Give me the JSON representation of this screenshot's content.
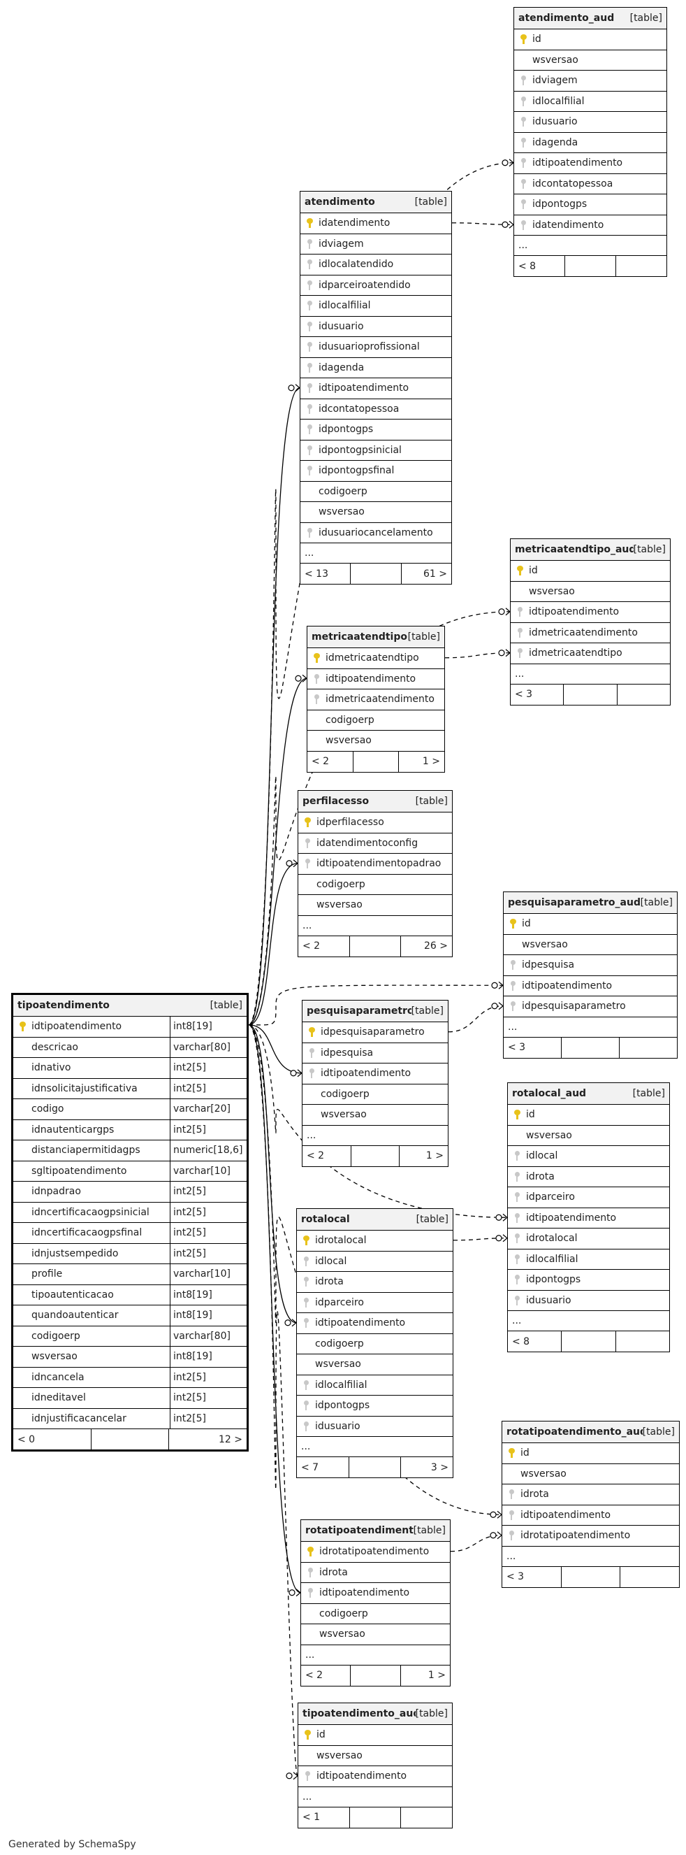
{
  "diagram": {
    "footer": "Generated by SchemaSpy",
    "tables": [
      {
        "id": "atendimento_aud",
        "name": "atendimento_aud",
        "kind": "[table]",
        "main": false,
        "columns": [
          {
            "name": "id",
            "key": "pk"
          },
          {
            "name": "wsversao",
            "key": ""
          },
          {
            "name": "idviagem",
            "key": "fk"
          },
          {
            "name": "idlocalfilial",
            "key": "fk"
          },
          {
            "name": "idusuario",
            "key": "fk"
          },
          {
            "name": "idagenda",
            "key": "fk"
          },
          {
            "name": "idtipoatendimento",
            "key": "fk"
          },
          {
            "name": "idcontatopessoa",
            "key": "fk"
          },
          {
            "name": "idpontogps",
            "key": "fk"
          },
          {
            "name": "idatendimento",
            "key": "fk"
          }
        ],
        "more": "...",
        "footer": [
          "< 8",
          "",
          ""
        ]
      },
      {
        "id": "atendimento",
        "name": "atendimento",
        "kind": "[table]",
        "main": false,
        "columns": [
          {
            "name": "idatendimento",
            "key": "pk"
          },
          {
            "name": "idviagem",
            "key": "fk"
          },
          {
            "name": "idlocalatendido",
            "key": "fk"
          },
          {
            "name": "idparceiroatendido",
            "key": "fk"
          },
          {
            "name": "idlocalfilial",
            "key": "fk"
          },
          {
            "name": "idusuario",
            "key": "fk"
          },
          {
            "name": "idusuarioprofissional",
            "key": "fk"
          },
          {
            "name": "idagenda",
            "key": "fk"
          },
          {
            "name": "idtipoatendimento",
            "key": "fk"
          },
          {
            "name": "idcontatopessoa",
            "key": "fk"
          },
          {
            "name": "idpontogps",
            "key": "fk"
          },
          {
            "name": "idpontogpsinicial",
            "key": "fk"
          },
          {
            "name": "idpontogpsfinal",
            "key": "fk"
          },
          {
            "name": "codigoerp",
            "key": ""
          },
          {
            "name": "wsversao",
            "key": ""
          },
          {
            "name": "idusuariocancelamento",
            "key": "fk"
          }
        ],
        "more": "...",
        "footer": [
          "< 13",
          "",
          "61 >"
        ]
      },
      {
        "id": "metricaatendtipo_aud",
        "name": "metricaatendtipo_aud",
        "kind": "[table]",
        "main": false,
        "columns": [
          {
            "name": "id",
            "key": "pk"
          },
          {
            "name": "wsversao",
            "key": ""
          },
          {
            "name": "idtipoatendimento",
            "key": "fk"
          },
          {
            "name": "idmetricaatendimento",
            "key": "fk"
          },
          {
            "name": "idmetricaatendtipo",
            "key": "fk"
          }
        ],
        "more": "...",
        "footer": [
          "< 3",
          "",
          ""
        ]
      },
      {
        "id": "metricaatendtipo",
        "name": "metricaatendtipo",
        "kind": "[table]",
        "main": false,
        "columns": [
          {
            "name": "idmetricaatendtipo",
            "key": "pk"
          },
          {
            "name": "idtipoatendimento",
            "key": "fk"
          },
          {
            "name": "idmetricaatendimento",
            "key": "fk"
          },
          {
            "name": "codigoerp",
            "key": ""
          },
          {
            "name": "wsversao",
            "key": ""
          }
        ],
        "more": "",
        "footer": [
          "< 2",
          "",
          "1 >"
        ]
      },
      {
        "id": "perfilacesso",
        "name": "perfilacesso",
        "kind": "[table]",
        "main": false,
        "columns": [
          {
            "name": "idperfilacesso",
            "key": "pk"
          },
          {
            "name": "idatendimentoconfig",
            "key": "fk"
          },
          {
            "name": "idtipoatendimentopadrao",
            "key": "fk"
          },
          {
            "name": "codigoerp",
            "key": ""
          },
          {
            "name": "wsversao",
            "key": ""
          }
        ],
        "more": "...",
        "footer": [
          "< 2",
          "",
          "26 >"
        ]
      },
      {
        "id": "pesquisaparametro_aud",
        "name": "pesquisaparametro_aud",
        "kind": "[table]",
        "main": false,
        "columns": [
          {
            "name": "id",
            "key": "pk"
          },
          {
            "name": "wsversao",
            "key": ""
          },
          {
            "name": "idpesquisa",
            "key": "fk"
          },
          {
            "name": "idtipoatendimento",
            "key": "fk"
          },
          {
            "name": "idpesquisaparametro",
            "key": "fk"
          }
        ],
        "more": "...",
        "footer": [
          "< 3",
          "",
          ""
        ]
      },
      {
        "id": "tipoatendimento",
        "name": "tipoatendimento",
        "kind": "[table]",
        "main": true,
        "columns": [
          {
            "name": "idtipoatendimento",
            "key": "pk",
            "type": "int8[19]"
          },
          {
            "name": "descricao",
            "key": "",
            "type": "varchar[80]"
          },
          {
            "name": "idnativo",
            "key": "",
            "type": "int2[5]"
          },
          {
            "name": "idnsolicitajustificativa",
            "key": "",
            "type": "int2[5]"
          },
          {
            "name": "codigo",
            "key": "",
            "type": "varchar[20]"
          },
          {
            "name": "idnautenticargps",
            "key": "",
            "type": "int2[5]"
          },
          {
            "name": "distanciapermitidagps",
            "key": "",
            "type": "numeric[18,6]"
          },
          {
            "name": "sgltipoatendimento",
            "key": "",
            "type": "varchar[10]"
          },
          {
            "name": "idnpadrao",
            "key": "",
            "type": "int2[5]"
          },
          {
            "name": "idncertificacaogpsinicial",
            "key": "",
            "type": "int2[5]"
          },
          {
            "name": "idncertificacaogpsfinal",
            "key": "",
            "type": "int2[5]"
          },
          {
            "name": "idnjustsempedido",
            "key": "",
            "type": "int2[5]"
          },
          {
            "name": "profile",
            "key": "",
            "type": "varchar[10]"
          },
          {
            "name": "tipoautenticacao",
            "key": "",
            "type": "int8[19]"
          },
          {
            "name": "quandoautenticar",
            "key": "",
            "type": "int8[19]"
          },
          {
            "name": "codigoerp",
            "key": "",
            "type": "varchar[80]"
          },
          {
            "name": "wsversao",
            "key": "",
            "type": "int8[19]"
          },
          {
            "name": "idncancela",
            "key": "",
            "type": "int2[5]"
          },
          {
            "name": "idneditavel",
            "key": "",
            "type": "int2[5]"
          },
          {
            "name": "idnjustificacancelar",
            "key": "",
            "type": "int2[5]"
          }
        ],
        "more": "",
        "footer": [
          "< 0",
          "",
          "12 >"
        ]
      },
      {
        "id": "pesquisaparametro",
        "name": "pesquisaparametro",
        "kind": "[table]",
        "main": false,
        "columns": [
          {
            "name": "idpesquisaparametro",
            "key": "pk"
          },
          {
            "name": "idpesquisa",
            "key": "fk"
          },
          {
            "name": "idtipoatendimento",
            "key": "fk"
          },
          {
            "name": "codigoerp",
            "key": ""
          },
          {
            "name": "wsversao",
            "key": ""
          }
        ],
        "more": "...",
        "footer": [
          "< 2",
          "",
          "1 >"
        ]
      },
      {
        "id": "rotalocal_aud",
        "name": "rotalocal_aud",
        "kind": "[table]",
        "main": false,
        "columns": [
          {
            "name": "id",
            "key": "pk"
          },
          {
            "name": "wsversao",
            "key": ""
          },
          {
            "name": "idlocal",
            "key": "fk"
          },
          {
            "name": "idrota",
            "key": "fk"
          },
          {
            "name": "idparceiro",
            "key": "fk"
          },
          {
            "name": "idtipoatendimento",
            "key": "fk"
          },
          {
            "name": "idrotalocal",
            "key": "fk"
          },
          {
            "name": "idlocalfilial",
            "key": "fk"
          },
          {
            "name": "idpontogps",
            "key": "fk"
          },
          {
            "name": "idusuario",
            "key": "fk"
          }
        ],
        "more": "...",
        "footer": [
          "< 8",
          "",
          ""
        ]
      },
      {
        "id": "rotalocal",
        "name": "rotalocal",
        "kind": "[table]",
        "main": false,
        "columns": [
          {
            "name": "idrotalocal",
            "key": "pk"
          },
          {
            "name": "idlocal",
            "key": "fk"
          },
          {
            "name": "idrota",
            "key": "fk"
          },
          {
            "name": "idparceiro",
            "key": "fk"
          },
          {
            "name": "idtipoatendimento",
            "key": "fk"
          },
          {
            "name": "codigoerp",
            "key": ""
          },
          {
            "name": "wsversao",
            "key": ""
          },
          {
            "name": "idlocalfilial",
            "key": "fk"
          },
          {
            "name": "idpontogps",
            "key": "fk"
          },
          {
            "name": "idusuario",
            "key": "fk"
          }
        ],
        "more": "...",
        "footer": [
          "< 7",
          "",
          "3 >"
        ]
      },
      {
        "id": "rotatipoatendimento_aud",
        "name": "rotatipoatendimento_aud",
        "kind": "[table]",
        "main": false,
        "columns": [
          {
            "name": "id",
            "key": "pk"
          },
          {
            "name": "wsversao",
            "key": ""
          },
          {
            "name": "idrota",
            "key": "fk"
          },
          {
            "name": "idtipoatendimento",
            "key": "fk"
          },
          {
            "name": "idrotatipoatendimento",
            "key": "fk"
          }
        ],
        "more": "...",
        "footer": [
          "< 3",
          "",
          ""
        ]
      },
      {
        "id": "rotatipoatendimento",
        "name": "rotatipoatendimento",
        "kind": "[table]",
        "main": false,
        "columns": [
          {
            "name": "idrotatipoatendimento",
            "key": "pk"
          },
          {
            "name": "idrota",
            "key": "fk"
          },
          {
            "name": "idtipoatendimento",
            "key": "fk"
          },
          {
            "name": "codigoerp",
            "key": ""
          },
          {
            "name": "wsversao",
            "key": ""
          }
        ],
        "more": "...",
        "footer": [
          "< 2",
          "",
          "1 >"
        ]
      },
      {
        "id": "tipoatendimento_aud",
        "name": "tipoatendimento_aud",
        "kind": "[table]",
        "main": false,
        "columns": [
          {
            "name": "id",
            "key": "pk"
          },
          {
            "name": "wsversao",
            "key": ""
          },
          {
            "name": "idtipoatendimento",
            "key": "fk"
          }
        ],
        "more": "...",
        "footer": [
          "< 1",
          "",
          ""
        ]
      }
    ]
  }
}
